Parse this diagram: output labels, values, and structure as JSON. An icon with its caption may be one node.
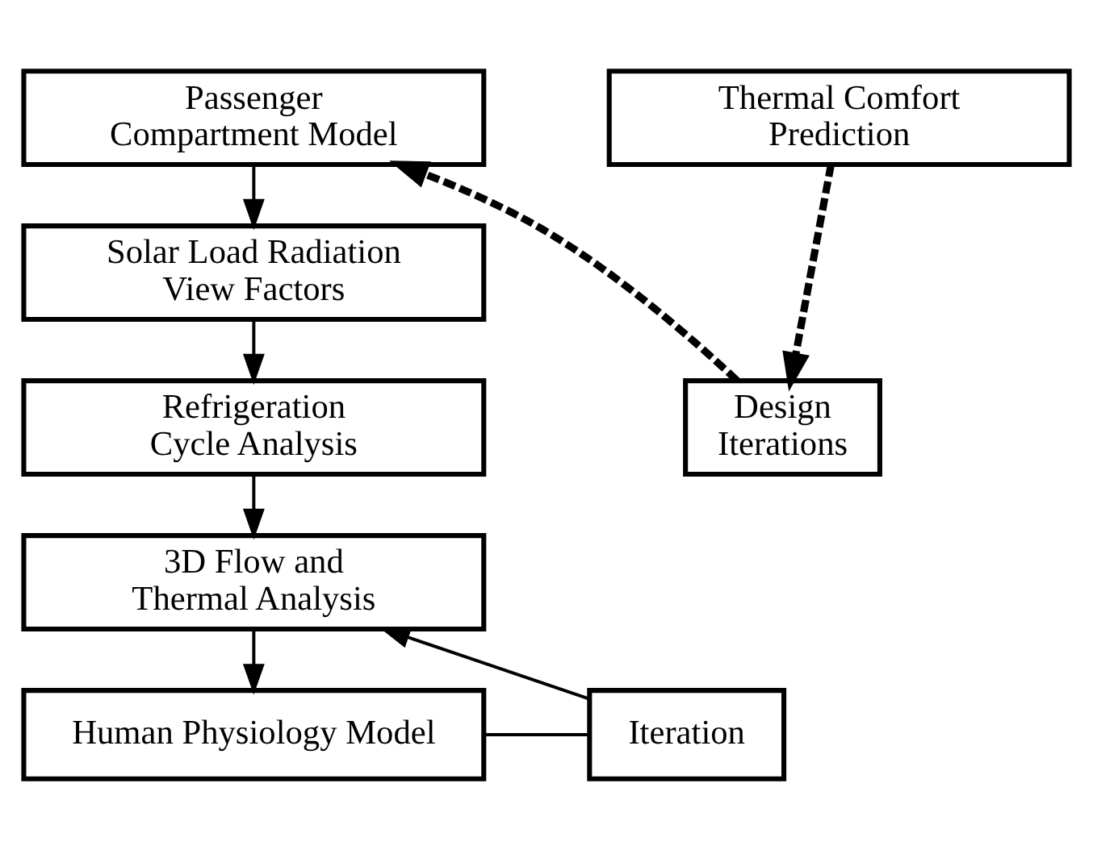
{
  "diagram": {
    "nodes": [
      {
        "text": [
          "Passenger Compartment Model"
        ]
      },
      {
        "text": [
          "Solar Load Radiation View Factors"
        ]
      },
      {
        "text": [
          "Refrigeration Cycle Analysis"
        ]
      },
      {
        "text": [
          "3D Flow and Thermal Analysis"
        ]
      },
      {
        "text": [
          "Iteration"
        ]
      },
      {
        "text": [
          "Human Physiology Model"
        ]
      },
      {
        "text": [
          "Thermal Comfort Prediction"
        ]
      },
      {
        "text": [
          "Design Iterations"
        ]
      }
    ],
    "edges": [
      {
        "from": 0,
        "to": 1,
        "arrow": "to"
      },
      {
        "from": 1,
        "to": 2,
        "arrow": "to"
      },
      {
        "from": 2,
        "to": 3,
        "arrow": "to"
      },
      {
        "from": 3,
        "to": 5,
        "arrow": "to"
      },
      {
        "from": 5,
        "to": 4,
        "arrow": "none"
      },
      {
        "from": 4,
        "to": 3,
        "arrow": "to"
      },
      {
        "from": 6,
        "to": 7,
        "arrow": "to",
        "style": "dashed"
      },
      {
        "from": 7,
        "to": 0,
        "arrow": "to",
        "style": "dashed"
      }
    ]
  }
}
